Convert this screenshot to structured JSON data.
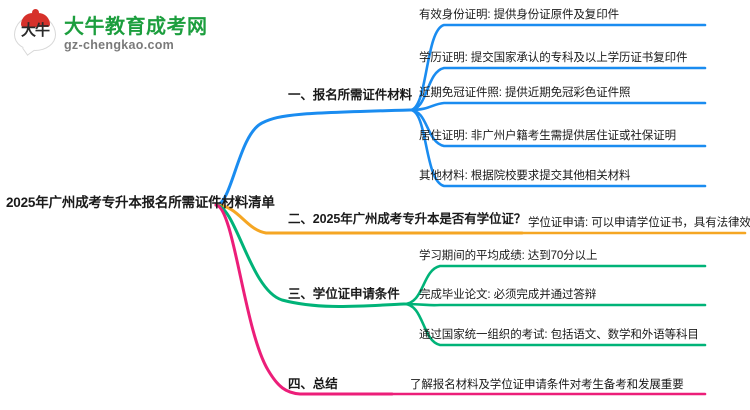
{
  "brand": {
    "mark_cn": "大牛",
    "title": "大牛教育成考网",
    "domain": "gz-chengkao.com"
  },
  "mindmap": {
    "root": "2025年广州成考专升本报名所需证件材料清单",
    "branches": [
      {
        "label": "一、报名所需证件材料",
        "color": "#1a8cf0",
        "children": [
          "有效身份证明: 提供身份证原件及复印件",
          "学历证明: 提交国家承认的专科及以上学历证书复印件",
          "近期免冠证件照: 提供近期免冠彩色证件照",
          "居住证明: 非广州户籍考生需提供居住证或社保证明",
          "其他材料: 根据院校要求提交其他相关材料"
        ]
      },
      {
        "label": "二、2025年广州成考专升本是否有学位证？",
        "color": "#f5a623",
        "children": [
          "学位证申请: 可以申请学位证书，具有法律效力"
        ]
      },
      {
        "label": "三、学位证申请条件",
        "color": "#00b378",
        "children": [
          "学习期间的平均成绩: 达到70分以上",
          "完成毕业论文: 必须完成并通过答辩",
          "通过国家统一组织的考试: 包括语文、数学和外语等科目"
        ]
      },
      {
        "label": "四、总结",
        "color": "#ec1e79",
        "children": [
          "了解报名材料及学位证申请条件对考生备考和发展重要"
        ]
      }
    ]
  },
  "colors": {
    "blue": "#1a8cf0",
    "orange": "#f5a623",
    "green": "#00b378",
    "pink": "#ec1e79",
    "brand_green": "#1c9e3e",
    "brand_red": "#d6312b"
  }
}
